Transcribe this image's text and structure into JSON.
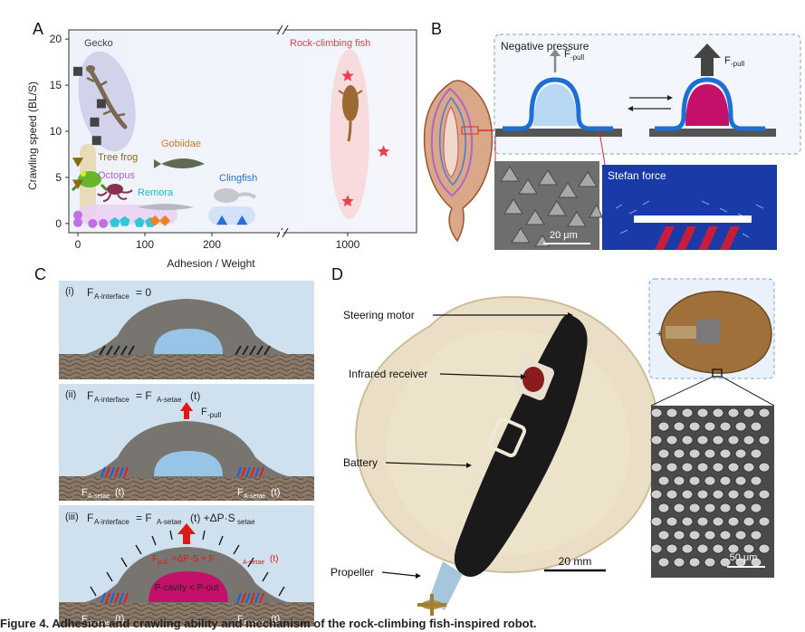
{
  "panels": {
    "a": "A",
    "b": "B",
    "c": "C",
    "d": "D"
  },
  "chart_data": {
    "type": "scatter",
    "xlabel": "Adhesion / Weight",
    "ylabel": "Crawling speed (BL/S)",
    "x_ticks": [
      "0",
      "100",
      "200",
      "1000"
    ],
    "y_ticks": [
      "0",
      "5",
      "10",
      "15",
      "20"
    ],
    "x_axis_break": [
      300,
      900
    ],
    "ylim": [
      -1,
      21
    ],
    "series": [
      {
        "name": "Gecko",
        "marker": "square",
        "color": "#444444",
        "points": [
          [
            0,
            16.5
          ],
          [
            35,
            13
          ],
          [
            25,
            11
          ],
          [
            28,
            9
          ]
        ]
      },
      {
        "name": "Tree frog",
        "marker": "triangle-down",
        "color": "#8b6914",
        "points": [
          [
            0,
            6.8
          ],
          [
            0,
            4.4
          ]
        ]
      },
      {
        "name": "Octopus",
        "marker": "circle",
        "color": "#c070e0",
        "points": [
          [
            0,
            0.9
          ],
          [
            0,
            0.1
          ],
          [
            22,
            0
          ],
          [
            38,
            0
          ]
        ]
      },
      {
        "name": "Remora",
        "marker": "pentagon",
        "color": "#2ec8d8",
        "points": [
          [
            55,
            0.1
          ],
          [
            70,
            0.2
          ],
          [
            92,
            0.1
          ],
          [
            108,
            0.1
          ]
        ]
      },
      {
        "name": "Gobiidae",
        "marker": "diamond",
        "color": "#f08020",
        "points": [
          [
            115,
            0.3
          ],
          [
            130,
            0.3
          ]
        ]
      },
      {
        "name": "Clingfish",
        "marker": "triangle-up",
        "color": "#2b6fd6",
        "points": [
          [
            215,
            0.2
          ],
          [
            245,
            0.2
          ]
        ]
      },
      {
        "name": "Rock-climbing fish",
        "marker": "star",
        "color": "#e84050",
        "points": [
          [
            1000,
            16
          ],
          [
            1060,
            7.8
          ],
          [
            1000,
            2.4
          ]
        ]
      }
    ],
    "colors": {
      "gecko": "#444444",
      "tree_frog": "#8b6914",
      "octopus": "#c070e0",
      "remora": "#2ec8d8",
      "gobiidae": "#f08020",
      "clingfish": "#2b6fd6",
      "rock_fish": "#e84050"
    }
  },
  "b": {
    "title": "Negative pressure",
    "fpull_main": "F",
    "fpull_sub": "-pull",
    "stefan": "Stefan force",
    "scale": "20 μm"
  },
  "c": {
    "i_label": "(i)",
    "i_f": "F",
    "i_sub": "A-interface",
    "i_rhs": "= 0",
    "ii_label": "(ii)",
    "ii_f": "F",
    "ii_sub": "A-interface",
    "ii_mid": "= F",
    "ii_sub2": "A-setae",
    "ii_t": "(t)",
    "ii_fpull": "F",
    "ii_fpull_sub": "-pull",
    "setae_left_f": "F",
    "setae_left_sub": "A-setae",
    "setae_left_t": "(t)",
    "setae_right_f": "F",
    "setae_right_sub": "A-setae",
    "setae_right_t": "(t)",
    "iii_label": "(iii)",
    "iii_f": "F",
    "iii_sub": "A-interface",
    "iii_mid": "= F",
    "iii_sub2": "A-setae",
    "iii_t": "(t) +ΔP·S",
    "iii_sub3": "setae",
    "iii_red": "F",
    "iii_red_sub": "pull",
    "iii_red_rhs": "=ΔP·S + F",
    "iii_red_sub2": "A-setae",
    "iii_red_t": "(t)",
    "iii_cavity": "P-cavity < P-out"
  },
  "d": {
    "steering_motor": "Steering motor",
    "infrared_receiver": "Infrared receiver",
    "battery": "Battery",
    "propeller": "Propeller",
    "scale_robot": "20 mm",
    "scale_setae": "50 μm"
  },
  "caption": {
    "text": "Figure 4. Adhesion and crawling ability and mechanism of the rock-climbing fish-inspired robot."
  }
}
